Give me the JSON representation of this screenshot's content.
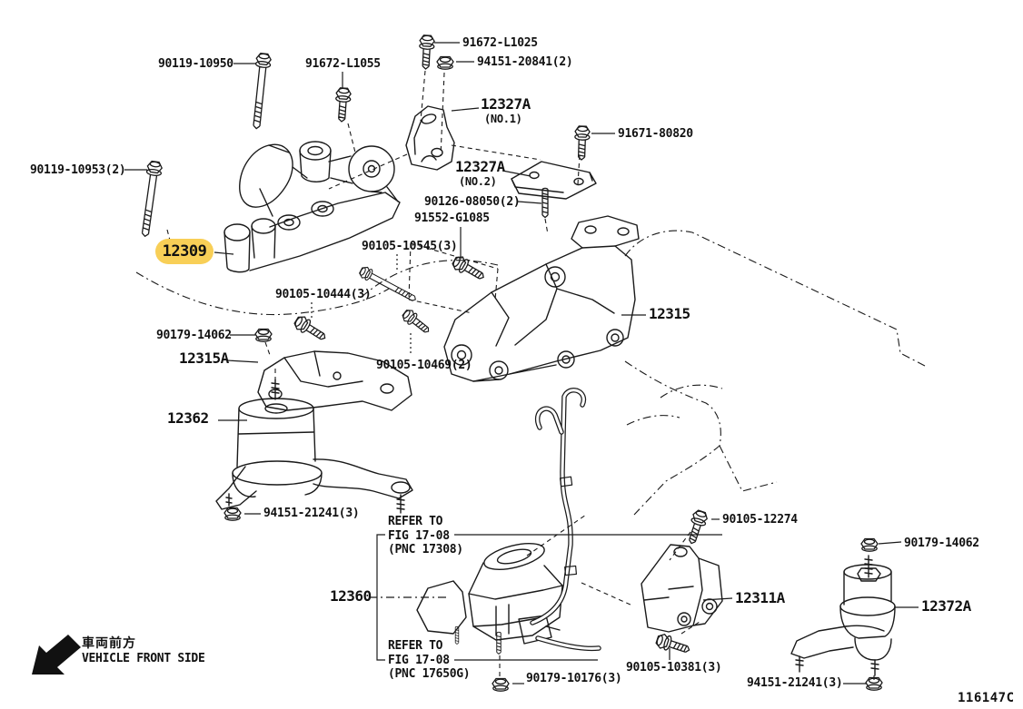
{
  "diagram": {
    "figure_code": "116147C",
    "selected_part": "12309",
    "highlight_color": "#F8CF57",
    "line_color": "#1a1a1a",
    "front_direction": {
      "jp": "車両前方",
      "en": "VEHICLE FRONT SIDE"
    },
    "labels": {
      "p91672_L1025": "91672-L1025",
      "p94151_20841": "94151-20841(2)",
      "p90119_10950": "90119-10950",
      "p91672_L1055": "91672-L1055",
      "p12327A_1": "12327A",
      "p12327A_1_sub": "(NO.1)",
      "p91671_80820": "91671-80820",
      "p12327A_2": "12327A",
      "p12327A_2_sub": "(NO.2)",
      "p90119_10953": "90119-10953(2)",
      "p90126_08050": "90126-08050(2)",
      "p91552_G1085": "91552-G1085",
      "p90105_10545": "90105-10545(3)",
      "p12309": "12309",
      "p90105_10444": "90105-10444(3)",
      "p12315": "12315",
      "p90179_14062_l": "90179-14062",
      "p12315A": "12315A",
      "p90105_10469": "90105-10469(2)",
      "p12362": "12362",
      "p94151_21241_l": "94151-21241(3)",
      "refer1_line1": "REFER TO",
      "refer1_line2": "FIG 17-08",
      "refer1_line3": "(PNC 17308)",
      "p12360": "12360",
      "refer2_line1": "REFER TO",
      "refer2_line2": "FIG 17-08",
      "refer2_line3": "(PNC 17650G)",
      "p90179_10176": "90179-10176(3)",
      "p90105_12274": "90105-12274",
      "p12311A": "12311A",
      "p90179_14062_r": "90179-14062",
      "p12372A": "12372A",
      "p90105_10381": "90105-10381(3)",
      "p94151_21241_r": "94151-21241(3)"
    }
  }
}
